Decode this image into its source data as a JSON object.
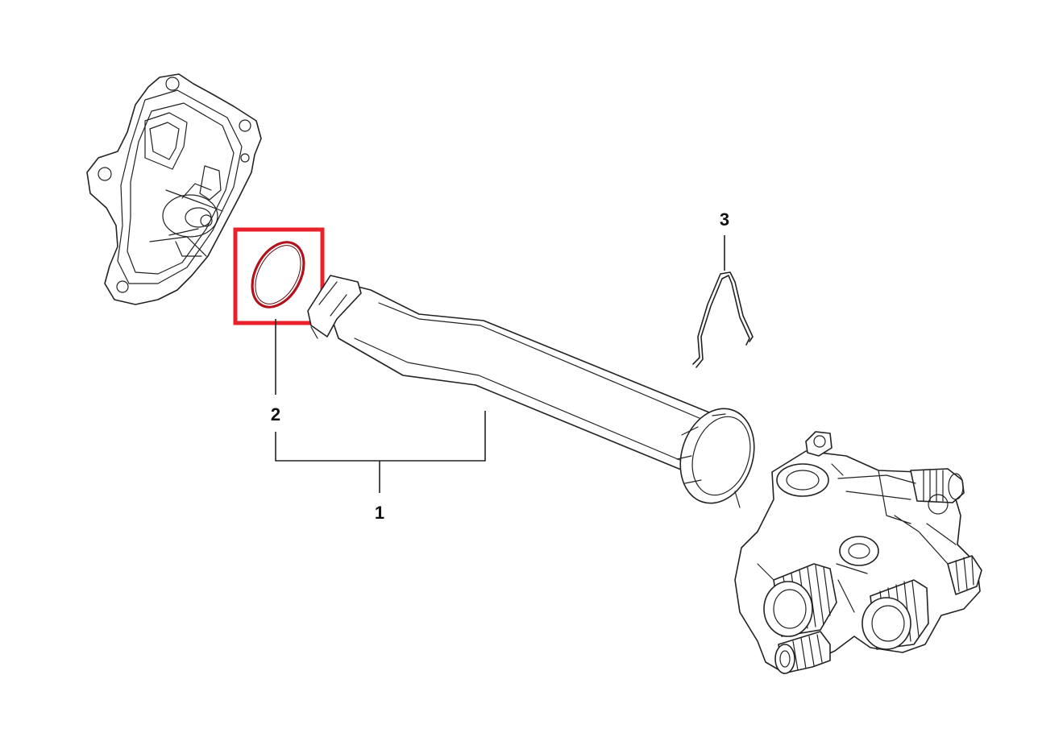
{
  "diagram": {
    "callouts": [
      {
        "id": "1",
        "label": "1"
      },
      {
        "id": "2",
        "label": "2"
      },
      {
        "id": "3",
        "label": "3"
      }
    ],
    "highlight_color": "#e8212b",
    "ring_color": "#b3121c",
    "line_color": "#222222",
    "background": "#ffffff"
  }
}
